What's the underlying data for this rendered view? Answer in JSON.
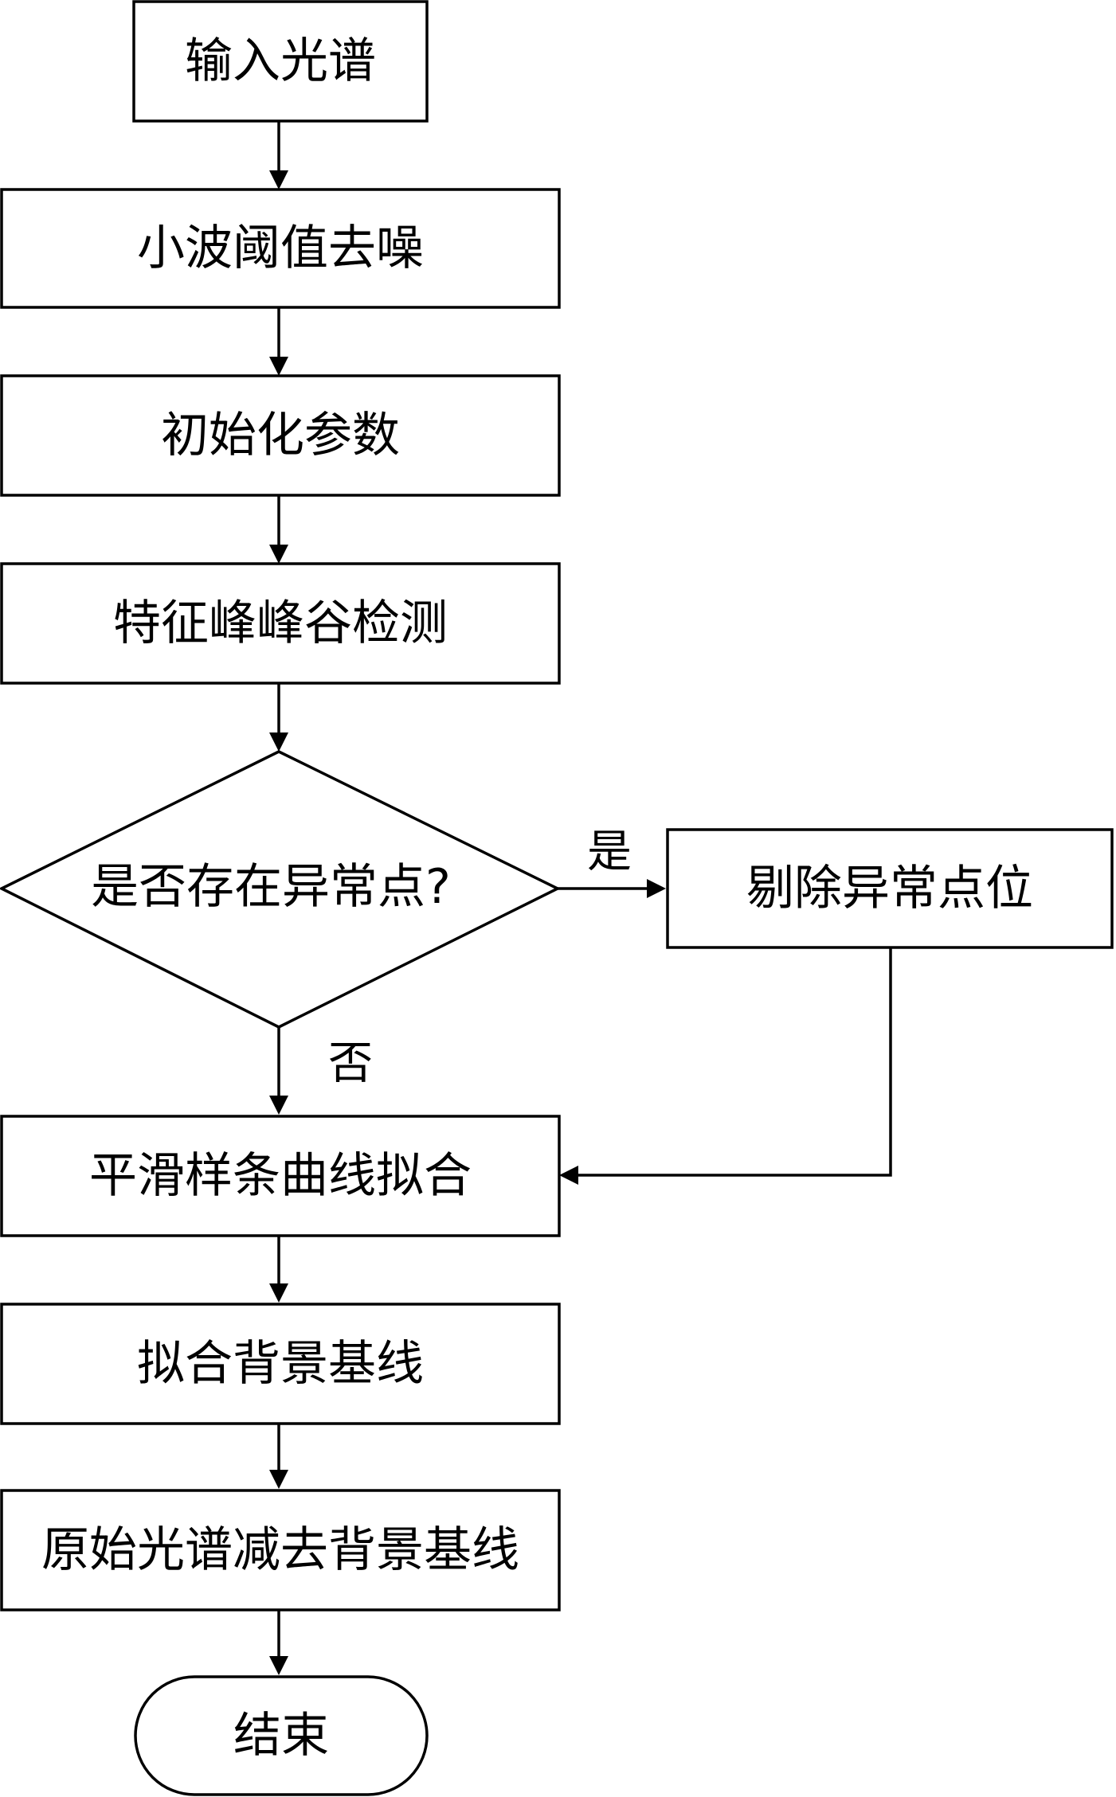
{
  "flowchart": {
    "nodes": {
      "input": "输入光谱",
      "denoise": "小波阈值去噪",
      "init": "初始化参数",
      "detect": "特征峰峰谷检测",
      "decision": "是否存在异常点?",
      "remove": "剔除异常点位",
      "spline": "平滑样条曲线拟合",
      "baseline": "拟合背景基线",
      "subtract": "原始光谱减去背景基线",
      "end": "结束"
    },
    "edge_labels": {
      "yes": "是",
      "no": "否"
    },
    "colors": {
      "stroke": "#000000",
      "fill": "#ffffff",
      "text": "#000000"
    }
  }
}
